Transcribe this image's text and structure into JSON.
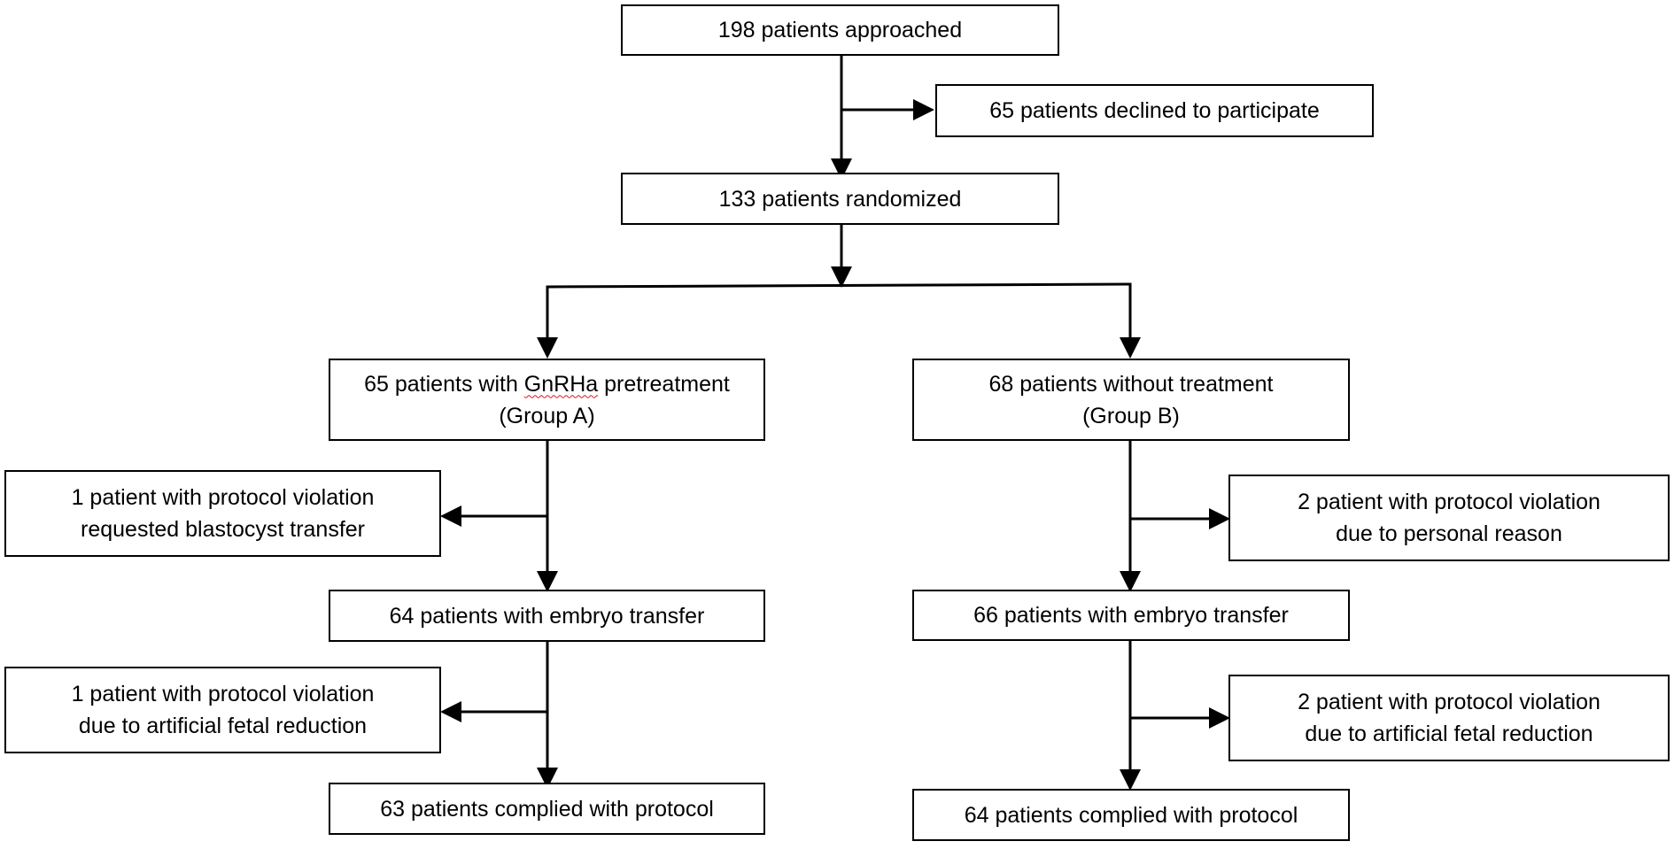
{
  "flowchart": {
    "approached": "198 patients approached",
    "declined": "65 patients declined to participate",
    "randomized": "133 patients randomized",
    "group_a": {
      "line1_pre": "65 patients with ",
      "line1_term": "GnRHa",
      "line1_post": " pretreatment",
      "line2": "(Group A)",
      "violation1": {
        "line1": "1 patient with protocol violation",
        "line2": "requested blastocyst transfer"
      },
      "embryo_transfer": "64 patients with embryo transfer",
      "violation2": {
        "line1": "1 patient with protocol violation",
        "line2": "due to artificial fetal reduction"
      },
      "complied": "63 patients complied with protocol"
    },
    "group_b": {
      "line1": "68 patients without treatment",
      "line2": "(Group B)",
      "violation1": {
        "line1": "2 patient with protocol violation",
        "line2": "due to personal reason"
      },
      "embryo_transfer": "66 patients with embryo transfer",
      "violation2": {
        "line1": "2 patient with protocol violation",
        "line2": "due to artificial fetal reduction"
      },
      "complied": "64 patients complied with protocol"
    }
  }
}
